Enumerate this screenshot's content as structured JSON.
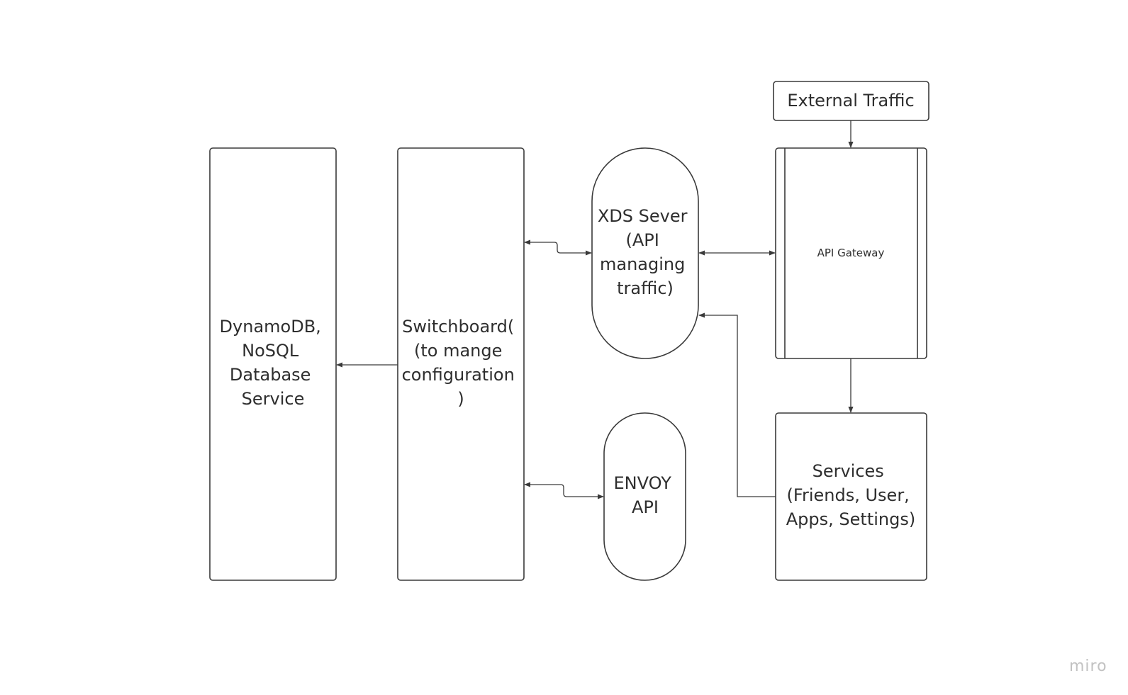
{
  "nodes": {
    "external_traffic": {
      "label": "External Traffic"
    },
    "api_gateway": {
      "label": "API Gateway"
    },
    "xds_server": {
      "lines": [
        "XDS Sever",
        "(API",
        "managing",
        "traffic)"
      ]
    },
    "switchboard": {
      "lines": [
        "Switchboard(",
        "(to mange",
        "configuration",
        ")"
      ]
    },
    "dynamodb": {
      "lines": [
        "DynamoDB,",
        "NoSQL",
        "Database",
        "Service"
      ]
    },
    "envoy_api": {
      "lines": [
        "ENVOY",
        "API"
      ]
    },
    "services": {
      "lines": [
        "Services",
        "(Friends, User,",
        "Apps, Settings)"
      ]
    }
  },
  "watermark": "miro",
  "colors": {
    "stroke": "#3a3a3a",
    "text": "#2e2e2e",
    "watermark": "#c2c2c2",
    "background": "#ffffff"
  }
}
